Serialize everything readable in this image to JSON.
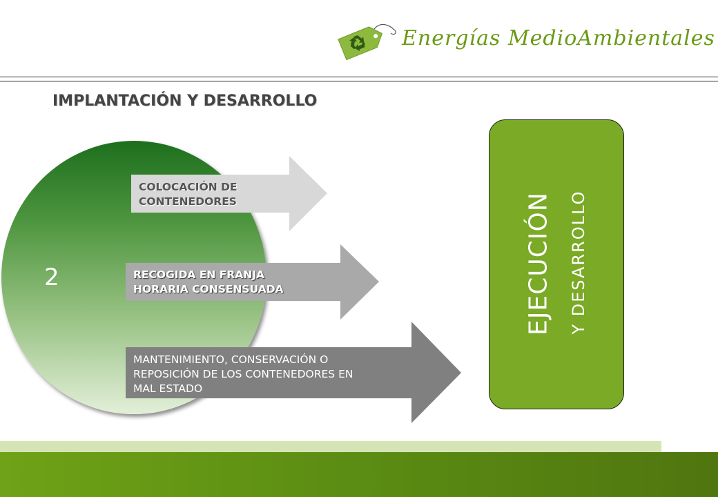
{
  "header": {
    "brand_name": "Energías MedioAmbientales",
    "logo_icon": "recycle-tag-icon"
  },
  "page": {
    "title": "IMPLANTACIÓN Y DESARROLLO"
  },
  "circle": {
    "number": "2"
  },
  "arrows": [
    {
      "line1": "COLOCACIÓN DE",
      "line2": "CONTENEDORES",
      "color": "#d8d8d8"
    },
    {
      "line1": "RECOGIDA EN FRANJA",
      "line2": "HORARIA CONSENSUADA",
      "color": "#a9a9a9"
    },
    {
      "line1": "MANTENIMIENTO, CONSERVACIÓN O",
      "line2": "REPOSICIÓN DE LOS CONTENEDORES EN",
      "line3": "MAL ESTADO",
      "color": "#808080"
    }
  ],
  "execution_box": {
    "main": "EJECUCIÓN",
    "sub": "Y DESARROLLO",
    "color": "#7aaa26"
  },
  "colors": {
    "brand_green": "#6a9a14",
    "circle_top": "#1d6f1d",
    "footer_light": "#d6e4b5",
    "footer_dark": "#5b8c13"
  }
}
